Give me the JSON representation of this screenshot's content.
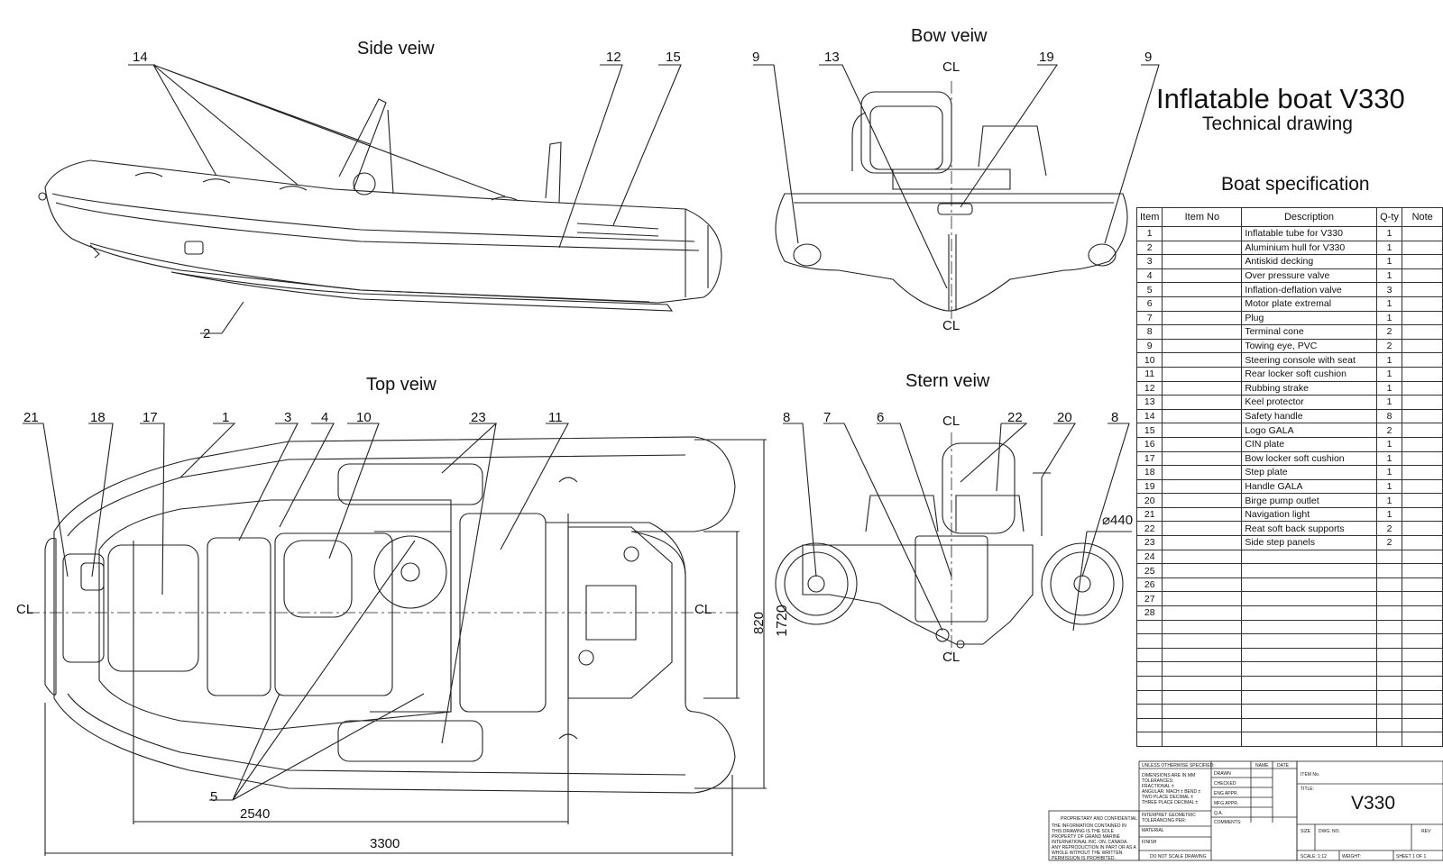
{
  "header": {
    "title": "Inflatable boat V330",
    "subtitle": "Technical drawing",
    "spec_title": "Boat specification"
  },
  "views": {
    "side": "Side veiw",
    "bow": "Bow veiw",
    "top": "Top veiw",
    "stern": "Stern veiw"
  },
  "callouts": {
    "side": [
      "14",
      "12",
      "15",
      "2"
    ],
    "bow": [
      "9",
      "13",
      "19",
      "9",
      "CL",
      "CL"
    ],
    "top": [
      "21",
      "18",
      "17",
      "1",
      "3",
      "4",
      "10",
      "23",
      "11",
      "5",
      "CL",
      "CL"
    ],
    "stern": [
      "8",
      "7",
      "6",
      "22",
      "20",
      "8",
      "CL",
      "CL"
    ]
  },
  "dimensions": {
    "width_inner": "820",
    "width_total": "1720",
    "length_inner": "2540",
    "length_total": "3300",
    "tube_diameter": "⌀440"
  },
  "table": {
    "headers": [
      "Item",
      "Item No",
      "Description",
      "Q-ty",
      "Note"
    ],
    "rows": [
      [
        "1",
        "",
        "Inflatable tube for V330",
        "1",
        ""
      ],
      [
        "2",
        "",
        "Aluminium hull for V330",
        "1",
        ""
      ],
      [
        "3",
        "",
        "Antiskid decking",
        "1",
        ""
      ],
      [
        "4",
        "",
        "Over pressure valve",
        "1",
        ""
      ],
      [
        "5",
        "",
        "Inflation-deflation valve",
        "3",
        ""
      ],
      [
        "6",
        "",
        "Motor plate extremal",
        "1",
        ""
      ],
      [
        "7",
        "",
        "Plug",
        "1",
        ""
      ],
      [
        "8",
        "",
        "Terminal cone",
        "2",
        ""
      ],
      [
        "9",
        "",
        "Towing eye, PVC",
        "2",
        ""
      ],
      [
        "10",
        "",
        "Steering console with seat",
        "1",
        ""
      ],
      [
        "11",
        "",
        "Rear locker soft cushion",
        "1",
        ""
      ],
      [
        "12",
        "",
        "Rubbing strake",
        "1",
        ""
      ],
      [
        "13",
        "",
        "Keel protector",
        "1",
        ""
      ],
      [
        "14",
        "",
        "Safety handle",
        "8",
        ""
      ],
      [
        "15",
        "",
        "Logo GALA",
        "2",
        ""
      ],
      [
        "16",
        "",
        "CIN plate",
        "1",
        ""
      ],
      [
        "17",
        "",
        "Bow locker soft cushion",
        "1",
        ""
      ],
      [
        "18",
        "",
        "Step plate",
        "1",
        ""
      ],
      [
        "19",
        "",
        "Handle GALA",
        "1",
        ""
      ],
      [
        "20",
        "",
        "Birge pump outlet",
        "1",
        ""
      ],
      [
        "21",
        "",
        "Navigation light",
        "1",
        ""
      ],
      [
        "22",
        "",
        "Reat soft back supports",
        "2",
        ""
      ],
      [
        "23",
        "",
        "Side step panels",
        "2",
        ""
      ],
      [
        "24",
        "",
        "",
        "",
        ""
      ],
      [
        "25",
        "",
        "",
        "",
        ""
      ],
      [
        "26",
        "",
        "",
        "",
        ""
      ],
      [
        "27",
        "",
        "",
        "",
        ""
      ],
      [
        "28",
        "",
        "",
        "",
        ""
      ],
      [
        "",
        "",
        "",
        "",
        ""
      ],
      [
        "",
        "",
        "",
        "",
        ""
      ],
      [
        "",
        "",
        "",
        "",
        ""
      ],
      [
        "",
        "",
        "",
        "",
        ""
      ],
      [
        "",
        "",
        "",
        "",
        ""
      ],
      [
        "",
        "",
        "",
        "",
        ""
      ],
      [
        "",
        "",
        "",
        "",
        ""
      ],
      [
        "",
        "",
        "",
        "",
        ""
      ],
      [
        "",
        "",
        "",
        "",
        ""
      ]
    ]
  },
  "title_block": {
    "unless": "UNLESS OTHERWISE SPECIFIED:",
    "name": "NAME",
    "date": "DATE",
    "dims": "DIMENSIONS ARE IN MM",
    "tol": "TOLERANCES:",
    "frac": "FRACTIONAL ±",
    "ang": "ANGULAR: MACH ±   BEND ±",
    "two": "TWO PLACE DECIMAL  ±",
    "three": "THREE PLACE DECIMAL  ±",
    "drawn": "DRAWN",
    "checked": "CHECKED",
    "eng": "ENG APPR.",
    "mfg": "MFG APPR.",
    "qa": "Q.A.",
    "comments": "COMMENTS:",
    "interp": "INTERPRET GEOMETRIC TOLERANCING PER:",
    "material": "MATERIAL",
    "finish": "FINISH",
    "noscale": "DO NOT SCALE DRAWING",
    "prop_title": "PROPRIETARY AND CONFIDENTIAL",
    "prop_text": "THE INFORMATION CONTAINED IN THIS DRAWING IS THE SOLE PROPERTY OF GRAND MARINE INTERNATIONAL INC. ON, CANADA. ANY REPRODUCTION IN PART OR AS A WHOLE WITHOUT THE WRITTEN PERMISSION IS PROHIBITED.",
    "item_no": "ITEM No.",
    "title_lbl": "TITLE:",
    "drawing_no": "V330",
    "size": "SIZE",
    "dwg_no": "DWG.  NO.",
    "rev": "REV",
    "scale": "SCALE: 1:12",
    "weight": "WEIGHT:",
    "sheet": "SHEET 1 OF 1"
  }
}
